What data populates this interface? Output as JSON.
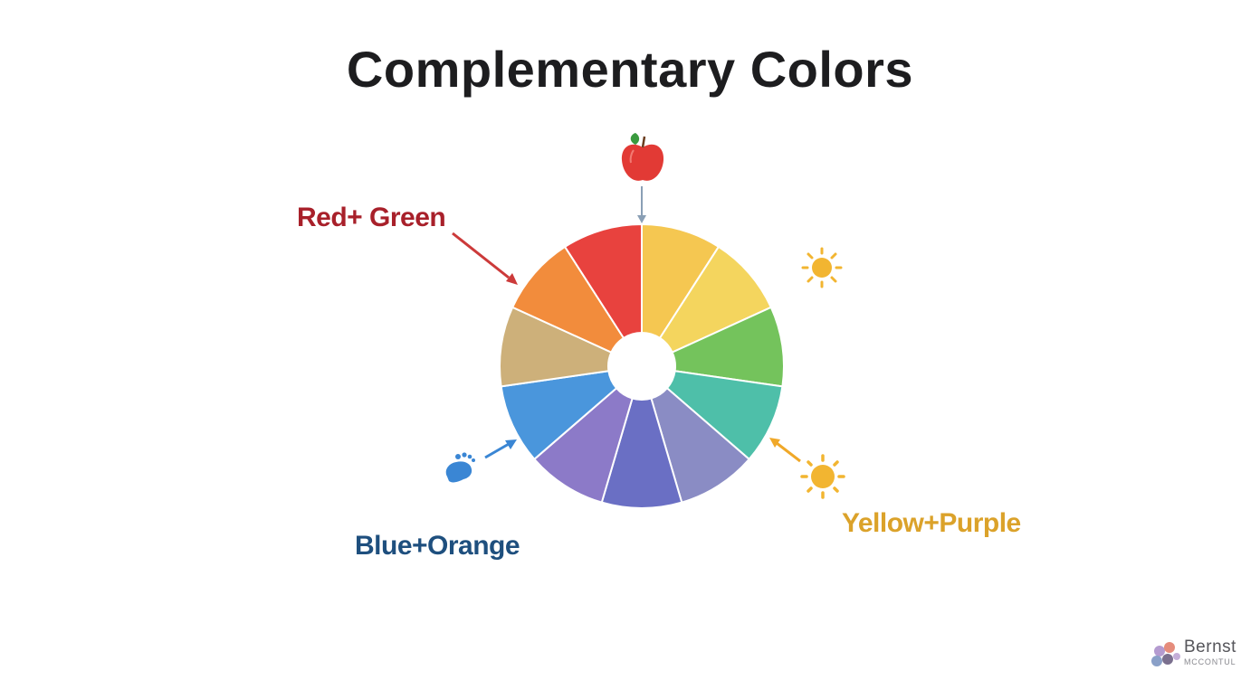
{
  "title": "Complementary Colors",
  "pairs": [
    {
      "label": "Red+ Green",
      "color": "#a8202a"
    },
    {
      "label": "Blue+Orange",
      "color": "#1e4f7e"
    },
    {
      "label": "Yellow+Purple",
      "color": "#dba22a"
    }
  ],
  "wheel": {
    "segment_colors": [
      "#f5c751",
      "#f4d55e",
      "#74c35c",
      "#4ebfa9",
      "#8a8cc4",
      "#6a6fc4",
      "#8c7ac8",
      "#4a96dc",
      "#cdb07a",
      "#f28c3c",
      "#e8423e"
    ],
    "segment_names": [
      "yellow-orange",
      "yellow",
      "green",
      "blue-green",
      "blue-violet",
      "violet-blue",
      "violet",
      "blue",
      "tan",
      "orange",
      "red"
    ]
  },
  "icons": {
    "apple": "apple-icon",
    "sun_top": "sun-icon",
    "sun_bottom": "sun-icon",
    "footprint": "footprint-icon"
  },
  "colors": {
    "apple_red": "#e23a35",
    "sun_yellow": "#f2b531",
    "foot_blue": "#3a86d4",
    "arrow_red": "#cc3a3a",
    "arrow_blue": "#3a86d4",
    "arrow_yellow": "#f0a828",
    "arrow_gray": "#8a9fb5"
  },
  "logo": {
    "line1": "Bernst",
    "line2": "MCCONTUL"
  }
}
